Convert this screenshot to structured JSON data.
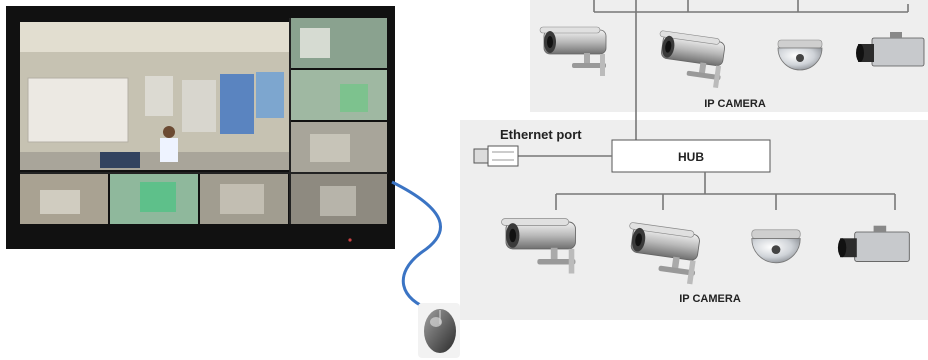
{
  "labels": {
    "ethernet_port": "Ethernet port",
    "hub": "HUB",
    "ip_camera_top": "IP CAMERA",
    "ip_camera_bottom": "IP CAMERA"
  },
  "icons": {
    "monitor": "cctv-monitor-icon",
    "mouse": "mouse-icon",
    "connector": "ethernet-connector-icon",
    "bullet_camera": "bullet-camera-icon",
    "dome_camera": "dome-camera-icon",
    "box_camera": "box-camera-icon"
  },
  "colors": {
    "monitor_frame": "#111111",
    "cable": "#3b74c4",
    "wire": "#777777",
    "panel_bg": "#eeeeee"
  }
}
